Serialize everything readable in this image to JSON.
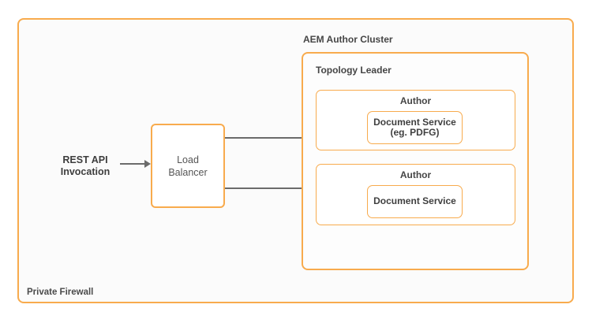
{
  "colors": {
    "box_border": "#F8AB4D",
    "arrow": "#6B6B6B",
    "label_text": "#454545",
    "background": "#FFFFFF"
  },
  "diagram": {
    "firewall_label": "Private Firewall",
    "rest_api": {
      "line1": "REST API",
      "line2": "Invocation"
    },
    "load_balancer": {
      "line1": "Load",
      "line2": "Balancer"
    },
    "cluster_label": "AEM Author Cluster",
    "topology_label": "Topology Leader",
    "author1": {
      "title": "Author",
      "service_line1": "Document Service",
      "service_line2": "(eg. PDFG)"
    },
    "author2": {
      "title": "Author",
      "service": "Document Service"
    }
  }
}
